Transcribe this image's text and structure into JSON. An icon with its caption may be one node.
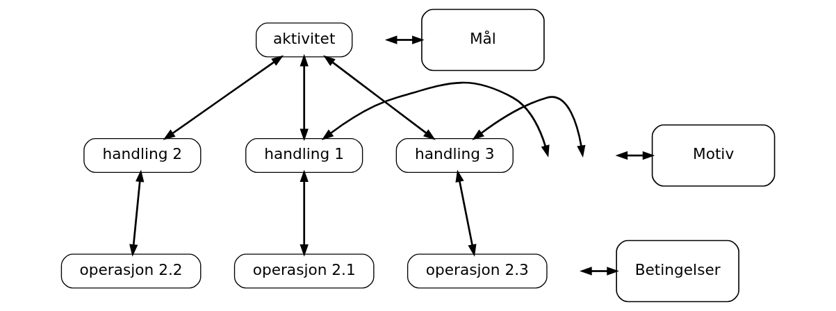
{
  "diagram": {
    "nodes": [
      {
        "text": [
          "aktivitet"
        ]
      },
      {
        "text": [
          "handling 1"
        ]
      },
      {
        "text": [
          "handling 2"
        ]
      },
      {
        "text": [
          "handling 3"
        ]
      },
      {
        "text": [
          "operasjon 2.1"
        ]
      },
      {
        "text": [
          "operasjon 2.2"
        ]
      },
      {
        "text": [
          "operasjon 2.3"
        ]
      },
      {
        "text": [
          "Mål"
        ]
      },
      {
        "text": [
          "Motiv"
        ]
      },
      {
        "text": [
          "Betingelser"
        ]
      }
    ],
    "edges": [
      {
        "from": 0,
        "to": 1,
        "arrow": "both"
      },
      {
        "from": 0,
        "to": 2,
        "arrow": "both"
      },
      {
        "from": 0,
        "to": 3,
        "arrow": "both"
      },
      {
        "from": null,
        "to": 1,
        "arrow": "both"
      },
      {
        "from": 3,
        "to": null,
        "arrow": "both"
      },
      {
        "from": 1,
        "to": 4,
        "arrow": "both"
      },
      {
        "from": 2,
        "to": 5,
        "arrow": "both"
      },
      {
        "from": 3,
        "to": 6,
        "arrow": "both"
      },
      {
        "from": null,
        "to": 7,
        "arrow": "both"
      },
      {
        "from": null,
        "to": 8,
        "arrow": "both"
      },
      {
        "from": null,
        "to": 9,
        "arrow": "both"
      }
    ]
  }
}
